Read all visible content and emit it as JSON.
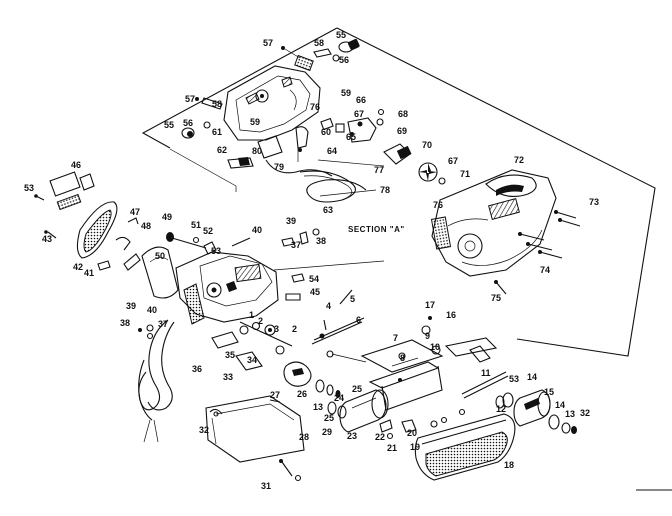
{
  "section_caption": "SECTION \"A\"",
  "labels": [
    {
      "id": "p1",
      "text": "1"
    },
    {
      "id": "p2a",
      "text": "2"
    },
    {
      "id": "p2b",
      "text": "2"
    },
    {
      "id": "p3",
      "text": "3"
    },
    {
      "id": "p4",
      "text": "4"
    },
    {
      "id": "p5",
      "text": "5"
    },
    {
      "id": "p6",
      "text": "6"
    },
    {
      "id": "p7",
      "text": "7"
    },
    {
      "id": "p8",
      "text": "8"
    },
    {
      "id": "p9",
      "text": "9"
    },
    {
      "id": "p10",
      "text": "10"
    },
    {
      "id": "p11",
      "text": "11"
    },
    {
      "id": "p12",
      "text": "12"
    },
    {
      "id": "p13a",
      "text": "13"
    },
    {
      "id": "p13b",
      "text": "13"
    },
    {
      "id": "p14a",
      "text": "14"
    },
    {
      "id": "p14b",
      "text": "14"
    },
    {
      "id": "p15",
      "text": "15"
    },
    {
      "id": "p16",
      "text": "16"
    },
    {
      "id": "p17",
      "text": "17"
    },
    {
      "id": "p18",
      "text": "18"
    },
    {
      "id": "p19",
      "text": "19"
    },
    {
      "id": "p20",
      "text": "20"
    },
    {
      "id": "p21",
      "text": "21"
    },
    {
      "id": "p22",
      "text": "22"
    },
    {
      "id": "p23",
      "text": "23"
    },
    {
      "id": "p24",
      "text": "24"
    },
    {
      "id": "p25a",
      "text": "25"
    },
    {
      "id": "p25b",
      "text": "25"
    },
    {
      "id": "p26",
      "text": "26"
    },
    {
      "id": "p27",
      "text": "27"
    },
    {
      "id": "p28",
      "text": "28"
    },
    {
      "id": "p29",
      "text": "29"
    },
    {
      "id": "p31",
      "text": "31"
    },
    {
      "id": "p32a",
      "text": "32"
    },
    {
      "id": "p32b",
      "text": "32"
    },
    {
      "id": "p33",
      "text": "33"
    },
    {
      "id": "p34",
      "text": "34"
    },
    {
      "id": "p35",
      "text": "35"
    },
    {
      "id": "p36",
      "text": "36"
    },
    {
      "id": "p37a",
      "text": "37"
    },
    {
      "id": "p37b",
      "text": "37"
    },
    {
      "id": "p38a",
      "text": "38"
    },
    {
      "id": "p38b",
      "text": "38"
    },
    {
      "id": "p39a",
      "text": "39"
    },
    {
      "id": "p39b",
      "text": "39"
    },
    {
      "id": "p40a",
      "text": "40"
    },
    {
      "id": "p40b",
      "text": "40"
    },
    {
      "id": "p41",
      "text": "41"
    },
    {
      "id": "p42",
      "text": "42"
    },
    {
      "id": "p43",
      "text": "43"
    },
    {
      "id": "p45",
      "text": "45"
    },
    {
      "id": "p46",
      "text": "46"
    },
    {
      "id": "p47",
      "text": "47"
    },
    {
      "id": "p48",
      "text": "48"
    },
    {
      "id": "p49",
      "text": "49"
    },
    {
      "id": "p50",
      "text": "50"
    },
    {
      "id": "p51",
      "text": "51"
    },
    {
      "id": "p52",
      "text": "52"
    },
    {
      "id": "p53a",
      "text": "53"
    },
    {
      "id": "p53b",
      "text": "53"
    },
    {
      "id": "p53c",
      "text": "53"
    },
    {
      "id": "p54",
      "text": "54"
    },
    {
      "id": "p55a",
      "text": "55"
    },
    {
      "id": "p55b",
      "text": "55"
    },
    {
      "id": "p56a",
      "text": "56"
    },
    {
      "id": "p56b",
      "text": "56"
    },
    {
      "id": "p57a",
      "text": "57"
    },
    {
      "id": "p57b",
      "text": "57"
    },
    {
      "id": "p58a",
      "text": "58"
    },
    {
      "id": "p58b",
      "text": "58"
    },
    {
      "id": "p59a",
      "text": "59"
    },
    {
      "id": "p59b",
      "text": "59"
    },
    {
      "id": "p60",
      "text": "60"
    },
    {
      "id": "p61",
      "text": "61"
    },
    {
      "id": "p62",
      "text": "62"
    },
    {
      "id": "p63",
      "text": "63"
    },
    {
      "id": "p64",
      "text": "64"
    },
    {
      "id": "p65",
      "text": "65"
    },
    {
      "id": "p66",
      "text": "66"
    },
    {
      "id": "p67a",
      "text": "67"
    },
    {
      "id": "p67b",
      "text": "67"
    },
    {
      "id": "p68",
      "text": "68"
    },
    {
      "id": "p69",
      "text": "69"
    },
    {
      "id": "p70",
      "text": "70"
    },
    {
      "id": "p71",
      "text": "71"
    },
    {
      "id": "p72",
      "text": "72"
    },
    {
      "id": "p73",
      "text": "73"
    },
    {
      "id": "p74",
      "text": "74"
    },
    {
      "id": "p75",
      "text": "75"
    },
    {
      "id": "p76a",
      "text": "76"
    },
    {
      "id": "p76b",
      "text": "76"
    },
    {
      "id": "p77",
      "text": "77"
    },
    {
      "id": "p78",
      "text": "78"
    },
    {
      "id": "p79",
      "text": "79"
    },
    {
      "id": "p80",
      "text": "80"
    }
  ]
}
